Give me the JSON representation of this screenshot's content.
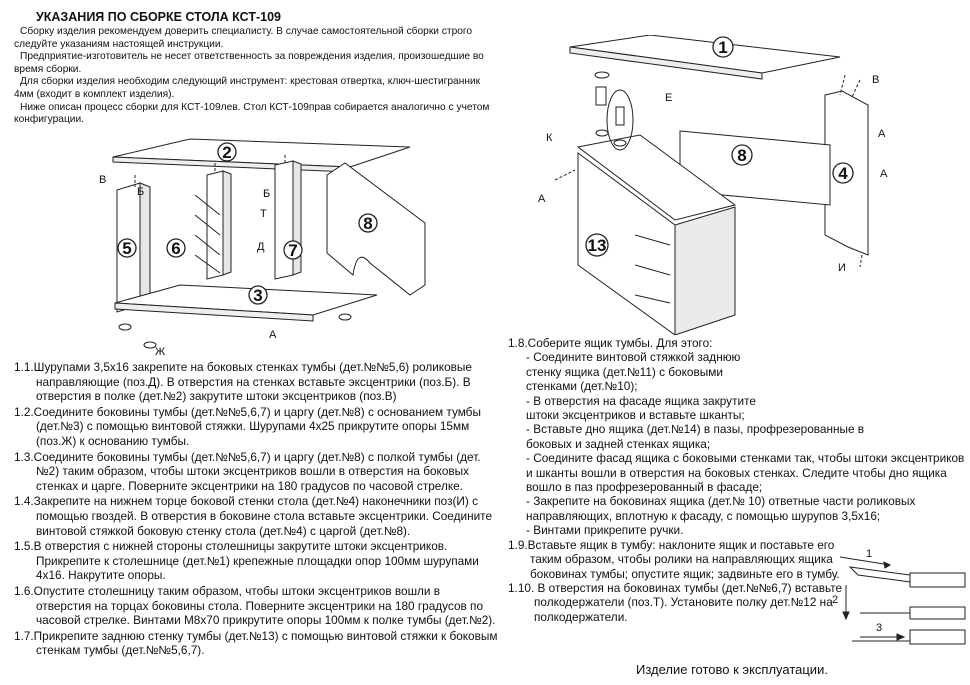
{
  "title": "УКАЗАНИЯ ПО СБОРКЕ СТОЛА КСТ-109",
  "intro": [
    "Сборку изделия рекомендуем доверить специалисту. В случае самостоятельной сборки строго следуйте указаниям настоящей инструкции.",
    "Предприятие-изготовитель не несет ответственность за повреждения изделия, произошедшие во время сборки.",
    "Для сборки изделия необходим следующий инструмент: крестовая отвертка, ключ-шестигранник 4мм (входит в комплект изделия).",
    "Ниже описан процесс сборки для КСТ-109лев. Стол КСТ-109прав собирается аналогично с учетом конфигурации."
  ],
  "diagram_left": {
    "parts": [
      "2",
      "3",
      "5",
      "6",
      "7",
      "8"
    ],
    "labels": {
      "b": "В",
      "bb": "Б",
      "bb2": "Б",
      "t": "Т",
      "d": "Д",
      "a": "А",
      "zh": "Ж"
    }
  },
  "diagram_right": {
    "parts": [
      "1",
      "4",
      "8",
      "13"
    ],
    "labels": {
      "b": "В",
      "e": "Е",
      "k": "К",
      "a1": "А",
      "a2": "А",
      "a3": "А",
      "i": "И"
    }
  },
  "steps_left": [
    "1.1.Шурупами 3,5x16 закрепите на боковых стенках тумбы (дет.№№5,6) роликовые направляющие (поз.Д). В отверстия на стенках вставьте эксцентрики (поз.Б). В отверстия в полке (дет.№2) закрутите штоки эксцентриков (поз.В)",
    "1.2.Соедините боковины тумбы (дет.№№5,6,7) и царгу (дет.№8) с основанием тумбы (дет.№3) с помощью винтовой стяжки. Шурупами 4x25 прикрутите опоры 15мм (поз.Ж) к основанию тумбы.",
    "1.3.Соедините боковины тумбы (дет.№№5,6,7) и царгу (дет.№8) с полкой тумбы (дет.№2) таким образом, чтобы штоки эксцентриков вошли в отверстия на боковых стенках и царге. Поверните эксцентрики на 180 градусов по часовой стрелке.",
    "1.4.Закрепите на нижнем торце боковой стенки стола (дет.№4) наконечники поз(И) с помощью гвоздей. В отверстия в боковине стола вставьте эксцентрики. Соедините винтовой стяжкой боковую стенку стола (дет.№4) с царгой (дет.№8).",
    "1.5.В отверстия с нижней стороны столешницы закрутите штоки эксцентриков. Прикрепите к столешнице (дет.№1) крепежные площадки опор 100мм шурупами 4x16. Накрутите опоры.",
    "1.6.Опустите столешницу таким образом, чтобы штоки эксцентриков вошли в отверстия на торцах боковины стола. Поверните эксцентрики на 180 градусов по часовой стрелке. Винтами М8x70 прикрутите опоры 100мм к полке тумбы (дет.№2).",
    "1.7.Прикрепите заднюю стенку тумбы (дет.№13) с помощью винтовой стяжки к боковым стенкам тумбы (дет.№№5,6,7)."
  ],
  "steps_right": {
    "s18": "1.8.Соберите ящик тумбы. Для этого:",
    "s18_items": [
      "- Соедините винтовой стяжкой заднюю стенку ящика (дет.№11) с боковыми стенками (дет.№10);",
      "- В отверстия на фасаде ящика закрутите штоки эксцентриков и вставьте шканты;",
      "- Вставьте дно ящика (дет.№14) в пазы, профрезерованные в боковых и задней стенках ящика;",
      "- Соедините фасад ящика с боковыми стенками так, чтобы штоки эксцентриков и шканты вошли в отверстия на боковых стенках. Следите чтобы дно ящика вошло в паз профрезерованный в фасаде;",
      "- Закрепите на боковинах ящика (дет.№ 10) ответные части роликовых направляющих, вплотную к фасаду, с помощью шурупов 3,5x16;",
      "- Винтами прикрепите ручки."
    ],
    "s19": "1.9.Вставьте ящик в тумбу: наклоните ящик и поставьте его таким образом, чтобы ролики на направляющих ящика боковинах тумбы; опустите ящик; задвиньте его в тумбу.",
    "s110": "1.10. В отверстия на боковинах тумбы (дет.№№6,7) вставьте полкодержатели (поз.Т). Установите полку дет.№12 на полкодержатели."
  },
  "drawer_diagram": {
    "arrows": [
      "1",
      "2",
      "3"
    ]
  },
  "final": "Изделие готово к эксплуатации."
}
